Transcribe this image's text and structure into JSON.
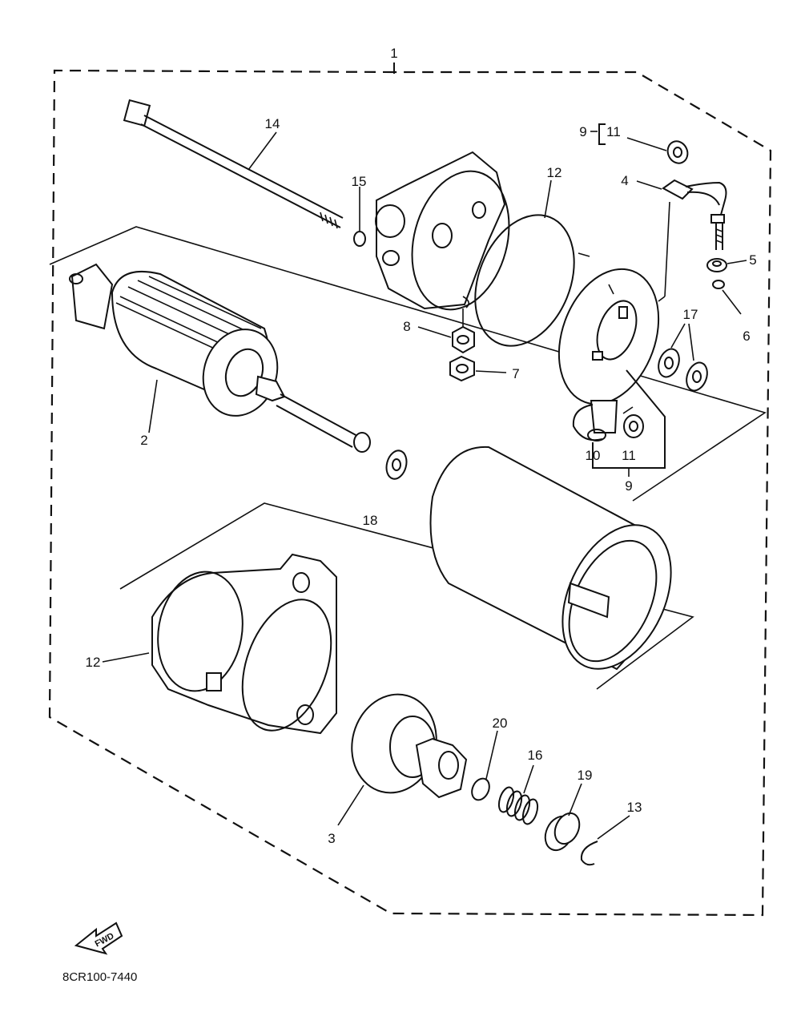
{
  "labels": {
    "assembly": "1",
    "armature": "2",
    "clutch": "3",
    "brush_lead": "4",
    "washer_5": "5",
    "oring_6": "6",
    "nut_7": "7",
    "washer_8": "8",
    "brush_set_top": "9",
    "brush_set_bottom": "9",
    "brush_10": "10",
    "spring_top": "11",
    "spring_bottom": "11",
    "oring_top": "12",
    "oring_left": "12",
    "circlip_13": "13",
    "bolt_14": "14",
    "oring_15": "15",
    "spring_16": "16",
    "washers_17": "17",
    "washer_18": "18",
    "collar_19": "19",
    "ring_20": "20"
  },
  "fwd_text": "FWD",
  "diagram_code": "8CR100-7440"
}
